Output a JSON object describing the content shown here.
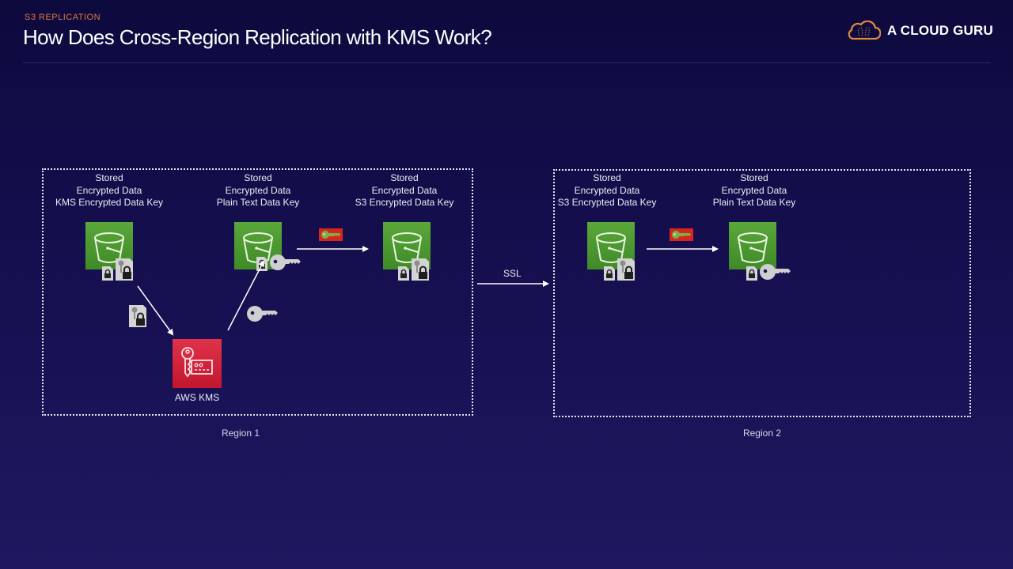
{
  "header": {
    "eyebrow": "S3 REPLICATION",
    "title": "How Does Cross-Region Replication with KMS Work?",
    "brand": "A CLOUD GURU",
    "brand_icon": "cloud-logo-icon"
  },
  "colors": {
    "background": "#120d4a",
    "accent": "#e07a3f",
    "bucket_green": "#4c9a2f",
    "kms_red": "#d6203a",
    "encrypted_key_bg": "#d9261c",
    "encrypted_key_fg": "#7fae4a"
  },
  "regions": [
    {
      "label": "Region 1",
      "buckets": [
        {
          "caption": [
            "Stored",
            "Encrypted Data",
            "KMS Encrypted Data Key"
          ],
          "badges": [
            "locked-data-icon",
            "kms-encrypted-key-icon"
          ]
        },
        {
          "caption": [
            "Stored",
            "Encrypted Data",
            "Plain Text Data Key"
          ],
          "badges": [
            "locked-data-icon",
            "plain-key-icon"
          ]
        },
        {
          "caption": [
            "Stored",
            "Encrypted Data",
            "S3 Encrypted Data Key"
          ],
          "badges": [
            "locked-data-icon",
            "s3-encrypted-key-icon"
          ]
        }
      ],
      "kms": {
        "label": "AWS KMS",
        "icon": "kms-icon"
      }
    },
    {
      "label": "Region 2",
      "buckets": [
        {
          "caption": [
            "Stored",
            "Encrypted Data",
            "S3 Encrypted Data Key"
          ],
          "badges": [
            "locked-data-icon",
            "s3-encrypted-key-icon"
          ]
        },
        {
          "caption": [
            "Stored",
            "Encrypted Data",
            "Plain Text Data Key"
          ],
          "badges": [
            "locked-data-icon",
            "plain-key-icon"
          ]
        }
      ]
    }
  ],
  "flows": {
    "ssl_label": "SSL"
  }
}
